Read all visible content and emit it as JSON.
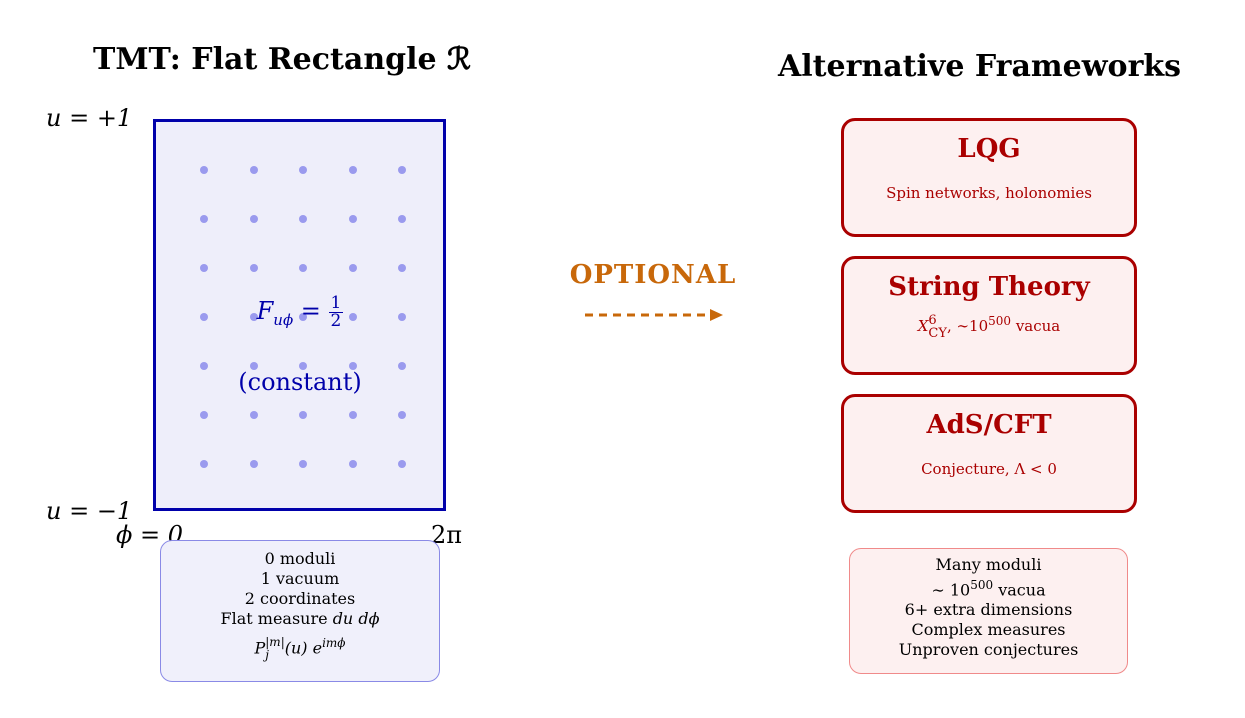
{
  "left": {
    "title": "TMT: Flat Rectangle ℛ",
    "u_top": "u = +1",
    "u_bottom": "u = −1",
    "phi_start": "ϕ = 0",
    "phi_end": "2π",
    "field_lhs": "F",
    "field_sub": "uϕ",
    "field_eq": " = ",
    "field_num": "1",
    "field_den": "2",
    "field_note": "(constant)",
    "summary": {
      "line1": "0 moduli",
      "line2": "1 vacuum",
      "line3": "2 coordinates",
      "line4_text": "Flat measure ",
      "line4_math": "du dϕ",
      "line5_base": "P",
      "line5_sup": "|m|",
      "line5_sub": "j",
      "line5_arg": "(u) e",
      "line5_exp": "imϕ"
    },
    "colors": {
      "border": "#0000aa",
      "fill": "#eeeefa",
      "dots": "#9a9aee"
    }
  },
  "middle": {
    "label": "OPTIONAL",
    "color": "#c8680a"
  },
  "right": {
    "title": "Alternative Frameworks",
    "frameworks": [
      {
        "name": "LQG",
        "desc": "Spin networks, holonomies"
      },
      {
        "name": "String Theory",
        "desc_x": "X",
        "desc_sup": "6",
        "desc_sub": "CY",
        "desc_rest": ", ∼10",
        "desc_exp": "500",
        "desc_tail": " vacua"
      },
      {
        "name": "AdS/CFT",
        "desc": "Conjecture, Λ < 0"
      }
    ],
    "summary": {
      "line1": "Many moduli",
      "line2_pre": "∼ 10",
      "line2_exp": "500",
      "line2_post": " vacua",
      "line3": "6+ extra dimensions",
      "line4": "Complex measures",
      "line5": "Unproven conjectures"
    },
    "colors": {
      "border": "#aa0000",
      "fill": "#fdf0f0"
    }
  }
}
